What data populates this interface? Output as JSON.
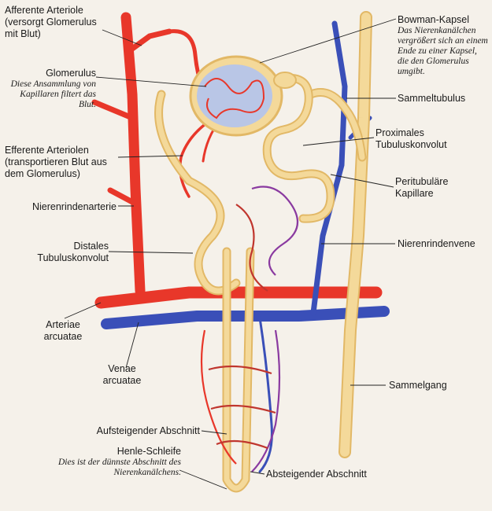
{
  "labels": {
    "afferente_arteriole": {
      "title": "Afferente Arteriole",
      "desc": "(versorgt Glomerulus mit Blut)"
    },
    "glomerulus": {
      "title": "Glomerulus",
      "desc": "Diese Ansammlung von Kapillaren filtert das Blut."
    },
    "efferente_arteriolen": {
      "title": "Efferente Arteriolen (transportieren Blut aus dem Glomerulus)"
    },
    "nierenrindenarterie": {
      "title": "Nierenrindenarterie"
    },
    "distales_tubuluskonvolut": {
      "title": "Distales Tubuluskonvolut"
    },
    "arteriae_arcuatae": {
      "title": "Arteriae arcuatae"
    },
    "venae_arcuatae": {
      "title": "Venae arcuatae"
    },
    "aufsteigender_abschnitt": {
      "title": "Aufsteigender Abschnitt"
    },
    "henle_schleife": {
      "title": "Henle-Schleife",
      "desc": "Dies ist der dünnste Abschnitt des Nierenkanälchens."
    },
    "bowman_kapsel": {
      "title": "Bowman-Kapsel",
      "desc": "Das Nierenkanälchen vergrößert sich an einem Ende zu einer Kapsel, die den Glomerulus umgibt."
    },
    "sammeltubulus": {
      "title": "Sammeltubulus"
    },
    "proximales_tubuluskonvolut": {
      "title": "Proximales Tubuluskonvolut"
    },
    "peritubulaere_kapillare": {
      "title": "Peritubuläre Kapillare"
    },
    "nierenrindenvene": {
      "title": "Nierenrindenvene"
    },
    "sammelgang": {
      "title": "Sammelgang"
    },
    "absteigender_abschnitt": {
      "title": "Absteigender Abschnitt"
    }
  },
  "colors": {
    "background": "#f5f1ea",
    "artery": "#e8372a",
    "vein": "#3a4fb8",
    "tubule": "#f4d99a",
    "tubule_edge": "#e2b866",
    "capillary": "#8a3aa0",
    "glomerulus": "#b9c6e6",
    "leader_line": "#222222"
  }
}
